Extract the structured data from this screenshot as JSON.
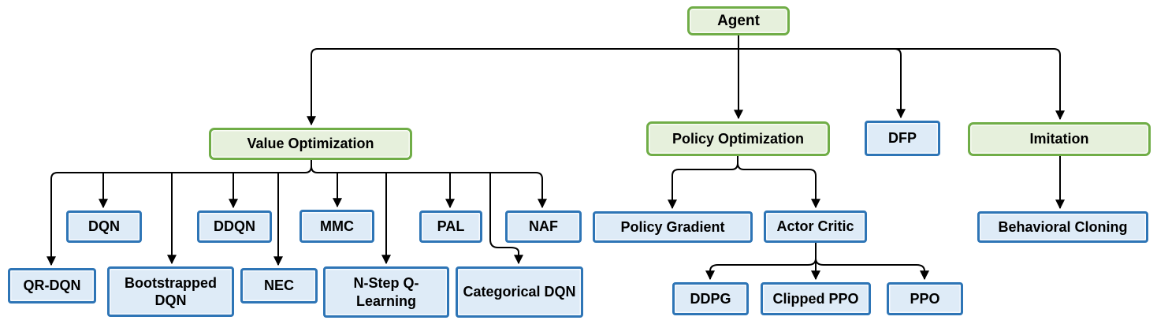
{
  "diagram": {
    "colors": {
      "category_fill": "#E6F0DC",
      "category_border": "#70AD47",
      "algorithm_fill": "#DEEBF7",
      "algorithm_border": "#2E75B6",
      "connector": "#000000",
      "text": "#000000"
    },
    "nodes": {
      "agent": {
        "label": "Agent",
        "type": "category"
      },
      "value_optimization": {
        "label": "Value Optimization",
        "type": "category"
      },
      "policy_optimization": {
        "label": "Policy Optimization",
        "type": "category"
      },
      "dfp": {
        "label": "DFP",
        "type": "algorithm"
      },
      "imitation": {
        "label": "Imitation",
        "type": "category"
      },
      "dqn": {
        "label": "DQN",
        "type": "algorithm"
      },
      "ddqn": {
        "label": "DDQN",
        "type": "algorithm"
      },
      "mmc": {
        "label": "MMC",
        "type": "algorithm"
      },
      "pal": {
        "label": "PAL",
        "type": "algorithm"
      },
      "naf": {
        "label": "NAF",
        "type": "algorithm"
      },
      "qr_dqn": {
        "label": "QR-DQN",
        "type": "algorithm"
      },
      "bootstrapped_dqn": {
        "label": "Bootstrapped DQN",
        "type": "algorithm"
      },
      "nec": {
        "label": "NEC",
        "type": "algorithm"
      },
      "n_step_q_learning": {
        "label": "N-Step Q-Learning",
        "type": "algorithm"
      },
      "categorical_dqn": {
        "label": "Categorical DQN",
        "type": "algorithm"
      },
      "policy_gradient": {
        "label": "Policy Gradient",
        "type": "algorithm"
      },
      "actor_critic": {
        "label": "Actor Critic",
        "type": "algorithm"
      },
      "ddpg": {
        "label": "DDPG",
        "type": "algorithm"
      },
      "clipped_ppo": {
        "label": "Clipped PPO",
        "type": "algorithm"
      },
      "ppo": {
        "label": "PPO",
        "type": "algorithm"
      },
      "behavioral_cloning": {
        "label": "Behavioral Cloning",
        "type": "algorithm"
      }
    },
    "hierarchy": {
      "Agent": [
        "Value Optimization",
        "Policy Optimization",
        "DFP",
        "Imitation"
      ],
      "Value Optimization": [
        "QR-DQN",
        "DQN",
        "Bootstrapped DQN",
        "DDQN",
        "NEC",
        "MMC",
        "N-Step Q-Learning",
        "PAL",
        "Categorical DQN",
        "NAF"
      ],
      "Policy Optimization": [
        "Policy Gradient",
        "Actor Critic"
      ],
      "Actor Critic": [
        "DDPG",
        "Clipped PPO",
        "PPO"
      ],
      "Imitation": [
        "Behavioral Cloning"
      ]
    }
  }
}
